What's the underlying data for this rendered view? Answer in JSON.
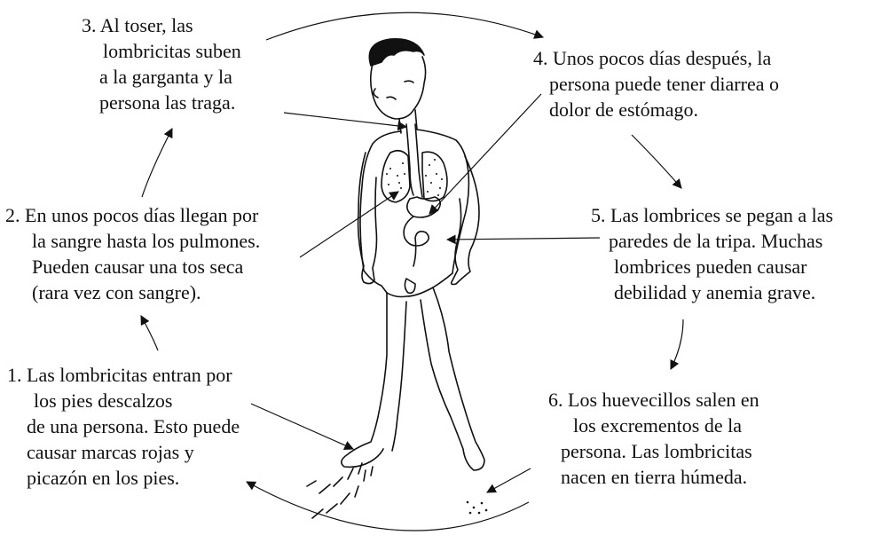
{
  "steps": [
    {
      "lines": [
        "3. Al toser, las",
        "lombricitas suben",
        "a la garganta y la",
        "persona las traga."
      ]
    },
    {
      "lines": [
        "4. Unos pocos días después, la",
        "persona puede tener diarrea o",
        "dolor de estómago."
      ]
    },
    {
      "lines": [
        "2. En unos pocos días llegan por",
        "la sangre hasta los pulmones.",
        "Pueden causar una tos seca",
        "(rara vez con sangre)."
      ]
    },
    {
      "lines": [
        "5. Las lombrices se pegan a las",
        "paredes de la tripa. Muchas",
        "lombrices pueden causar",
        "debilidad y anemia grave."
      ]
    },
    {
      "lines": [
        "1. Las lombricitas entran por",
        "los pies descalzos",
        "de una persona. Esto puede",
        "causar marcas rojas y",
        "picazón en los pies."
      ]
    },
    {
      "lines": [
        "6. Los huevecillos salen en",
        "los excrementos de la",
        "persona. Las lombricitas",
        "nacen en tierra húmeda."
      ]
    }
  ],
  "illustration": {
    "subject": "child-figure",
    "stroke": "#111111"
  }
}
